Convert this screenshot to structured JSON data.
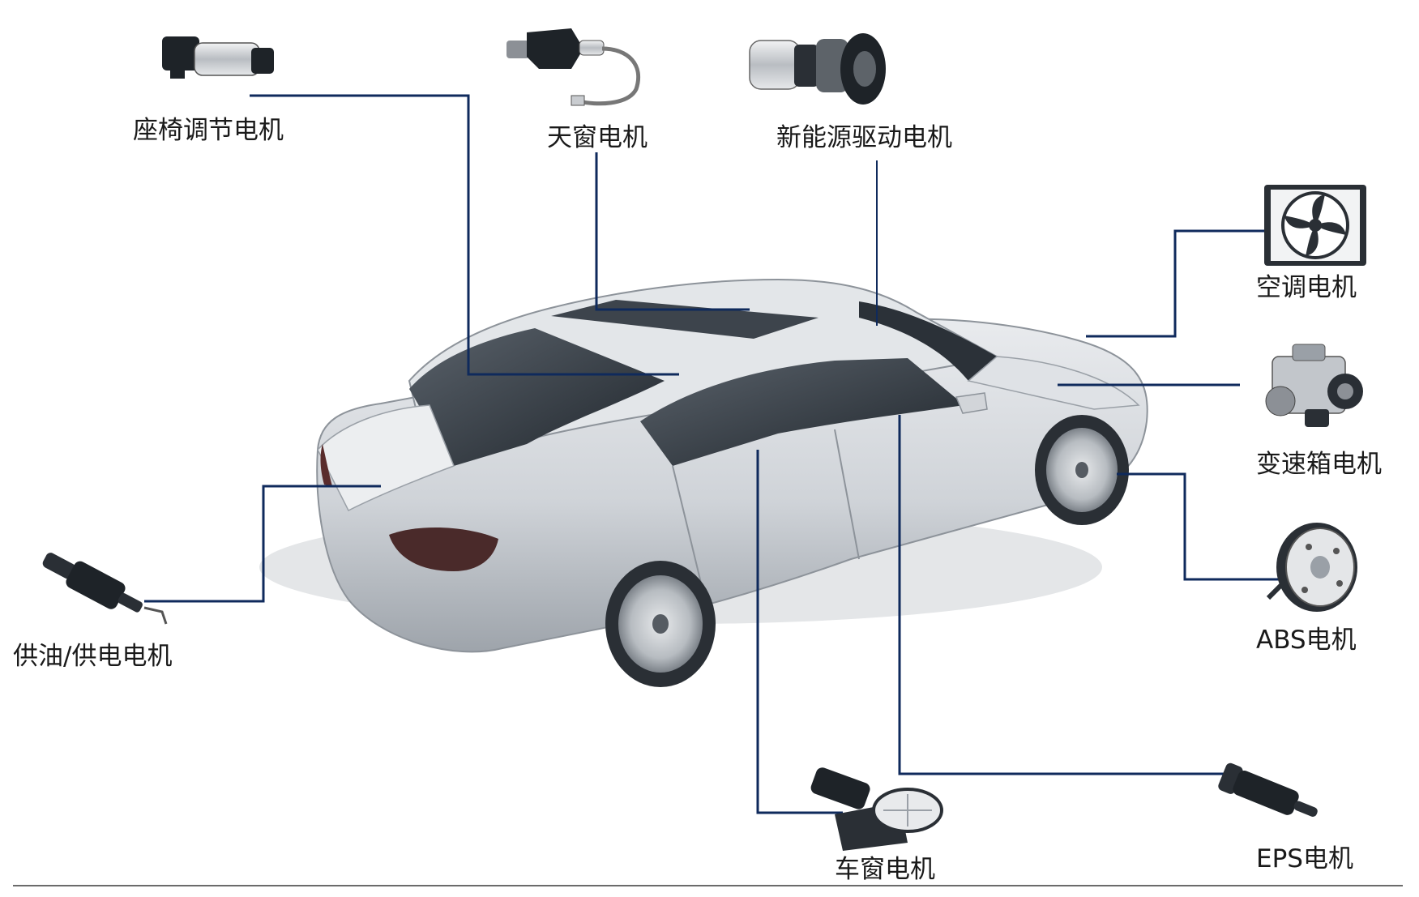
{
  "colors": {
    "leader_line": "#0f2a5c",
    "car_body": "#d4d7db",
    "car_shadow": "#9aa0a7",
    "glass": "#2b3138",
    "motor_dark": "#20252b",
    "motor_metal": "#c9ccd0",
    "text": "#1a1a1a"
  },
  "components": [
    {
      "id": "seat",
      "label": "座椅调节电机",
      "icon": "seat-motor-icon"
    },
    {
      "id": "sunroof",
      "label": "天窗电机",
      "icon": "sunroof-motor-icon"
    },
    {
      "id": "ev_drive",
      "label": "新能源驱动电机",
      "icon": "ev-drive-motor-icon"
    },
    {
      "id": "ac",
      "label": "空调电机",
      "icon": "ac-fan-motor-icon"
    },
    {
      "id": "gearbox",
      "label": "变速箱电机",
      "icon": "gearbox-motor-icon"
    },
    {
      "id": "abs",
      "label": "ABS电机",
      "icon": "abs-motor-icon"
    },
    {
      "id": "eps",
      "label": "EPS电机",
      "icon": "eps-motor-icon"
    },
    {
      "id": "window",
      "label": "车窗电机",
      "icon": "window-motor-icon"
    },
    {
      "id": "fuel",
      "label": "供油/供电电机",
      "icon": "fuel-pump-motor-icon"
    }
  ]
}
